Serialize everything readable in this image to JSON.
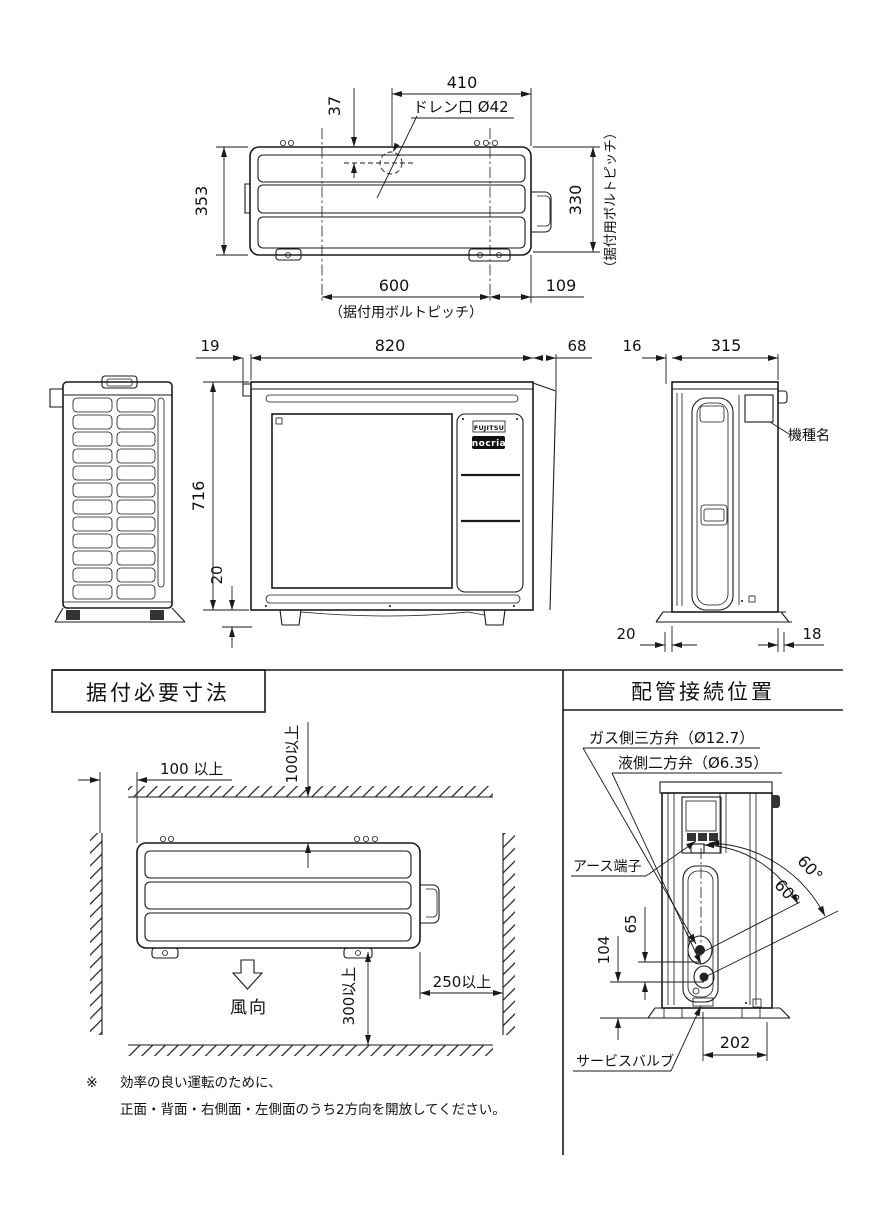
{
  "drawing": {
    "top_view": {
      "dim_410": "410",
      "dim_37": "37",
      "drain_label": "ドレン口 Ø42",
      "dim_353": "353",
      "dim_330": "330",
      "bolt_pitch_side": "（据付用ボルトピッチ）",
      "dim_600": "600",
      "dim_109": "109",
      "bolt_pitch_bottom": "（据付用ボルトピッチ）"
    },
    "front_view": {
      "dim_19": "19",
      "dim_820": "820",
      "dim_68": "68",
      "dim_716": "716",
      "dim_20": "20",
      "brand": "FUJITSU",
      "model_series": "nocria"
    },
    "side_view": {
      "dim_16": "16",
      "dim_315": "315",
      "model_plate_label": "機種名",
      "dim_20": "20",
      "dim_18": "18"
    },
    "install_clearance": {
      "title": "据付必要寸法",
      "clearance_left": "100 以上",
      "clearance_top": "100以上",
      "clearance_right": "250以上",
      "clearance_bottom": "300以上",
      "airflow_label": "風向",
      "note_mark": "※",
      "note_line1": "効率の良い運転のために、",
      "note_line2": "正面・背面・右側面・左側面のうち2方向を開放してください。"
    },
    "piping_position": {
      "title": "配管接続位置",
      "gas_valve_label": "ガス側三方弁（Ø12.7）",
      "liquid_valve_label": "液側二方弁（Ø6.35）",
      "earth_terminal_label": "アース端子",
      "service_valve_label": "サービスバルブ",
      "angle_outer": "60°",
      "angle_inner": "60°",
      "dim_65": "65",
      "dim_104": "104",
      "dim_202": "202"
    }
  },
  "colors": {
    "line": "#1a1a1a",
    "background": "#ffffff"
  }
}
